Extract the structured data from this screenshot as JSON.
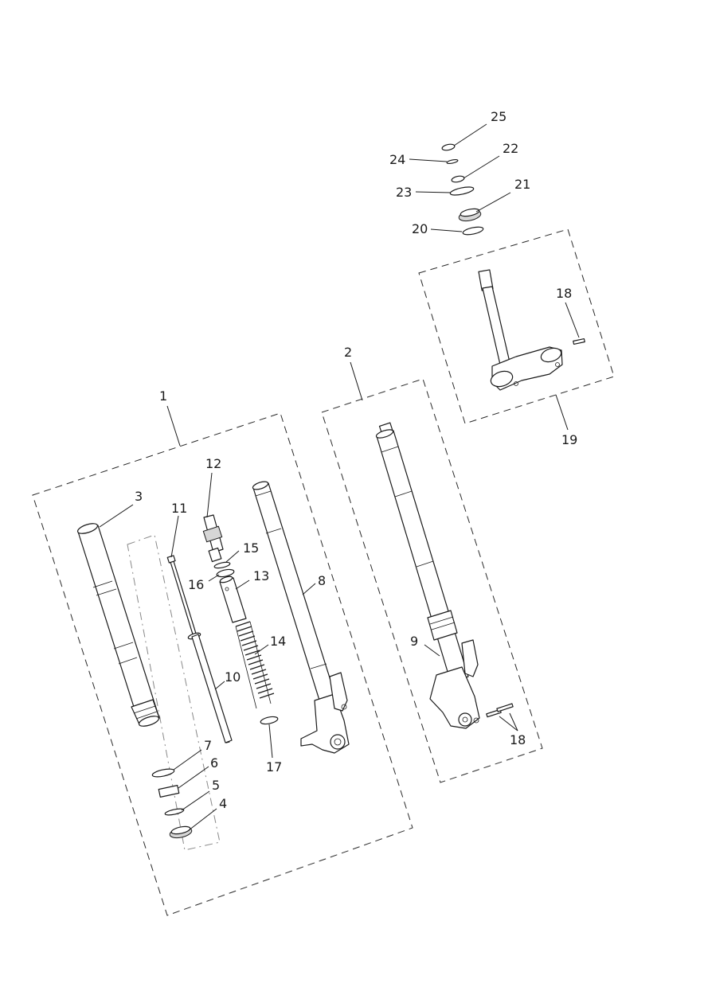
{
  "callouts": [
    {
      "id": "1",
      "text": "1"
    },
    {
      "id": "2",
      "text": "2"
    },
    {
      "id": "3",
      "text": "3"
    },
    {
      "id": "4",
      "text": "4"
    },
    {
      "id": "5",
      "text": "5"
    },
    {
      "id": "6",
      "text": "6"
    },
    {
      "id": "7",
      "text": "7"
    },
    {
      "id": "8",
      "text": "8"
    },
    {
      "id": "9",
      "text": "9"
    },
    {
      "id": "10",
      "text": "10"
    },
    {
      "id": "11",
      "text": "11"
    },
    {
      "id": "12",
      "text": "12"
    },
    {
      "id": "13",
      "text": "13"
    },
    {
      "id": "14",
      "text": "14"
    },
    {
      "id": "15",
      "text": "15"
    },
    {
      "id": "16",
      "text": "16"
    },
    {
      "id": "17",
      "text": "17"
    },
    {
      "id": "18a",
      "text": "18"
    },
    {
      "id": "18b",
      "text": "18"
    },
    {
      "id": "19",
      "text": "19"
    },
    {
      "id": "20",
      "text": "20"
    },
    {
      "id": "21",
      "text": "21"
    },
    {
      "id": "22",
      "text": "22"
    },
    {
      "id": "23",
      "text": "23"
    },
    {
      "id": "24",
      "text": "24"
    },
    {
      "id": "25",
      "text": "25"
    }
  ]
}
